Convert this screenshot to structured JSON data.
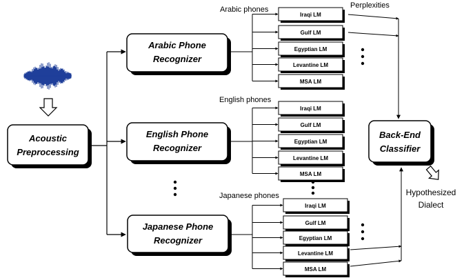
{
  "acoustic": {
    "line1": "Acoustic",
    "line2": "Preprocessing"
  },
  "recognizers": [
    {
      "line1": "Arabic Phone",
      "line2": "Recognizer",
      "phones_label": "Arabic phones"
    },
    {
      "line1": "English Phone",
      "line2": "Recognizer",
      "phones_label": "English phones"
    },
    {
      "line1": "Japanese Phone",
      "line2": "Recognizer",
      "phones_label": "Japanese phones"
    }
  ],
  "lm_labels": [
    "Iraqi LM",
    "Gulf LM",
    "Egyptian LM",
    "Levantine LM",
    "MSA LM"
  ],
  "perplexities_label": "Perplexities",
  "backend": {
    "line1": "Back-End",
    "line2": "Classifier"
  },
  "output": {
    "line1": "Hypothesized",
    "line2": "Dialect"
  },
  "colors": {
    "waveform": "#1f3f9a",
    "stroke": "#000000",
    "box_fill": "#ffffff",
    "shadow": "#000000"
  },
  "icons": [
    "waveform-icon",
    "down-arrow-icon",
    "output-arrow-icon"
  ]
}
